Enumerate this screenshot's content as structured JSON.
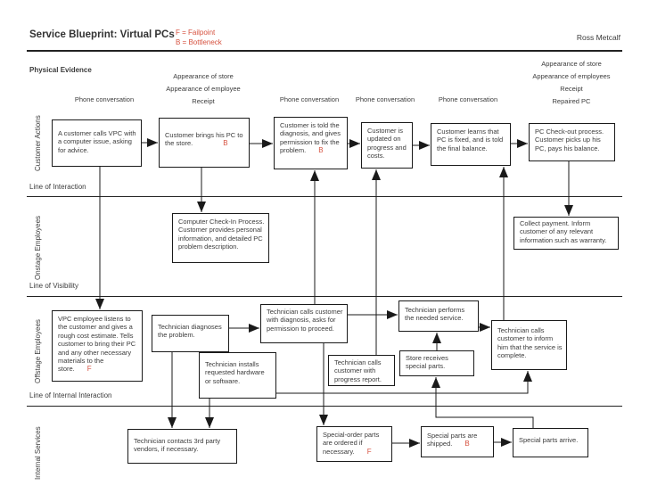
{
  "header": {
    "title": "Service Blueprint: Virtual PCs",
    "legend_f": "F = Failpoint",
    "legend_b": "B = Bottleneck",
    "author": "Ross Metcalf"
  },
  "colors": {
    "accent_red": "#d6513f",
    "line_black": "#1a1a1a",
    "text_gray": "#3b3b3b"
  },
  "physical_evidence": {
    "section_label": "Physical Evidence",
    "col1": "Phone conversation",
    "col2_lines": [
      "Appearance of store",
      "Appearance of employee",
      "Receipt"
    ],
    "col3": "Phone conversation",
    "col4": "Phone conversation",
    "col5": "Phone conversation",
    "col6_lines": [
      "Appearance of store",
      "Appearance of employees",
      "Receipt",
      "Repaired PC"
    ]
  },
  "lanes": {
    "customer": "Customer Actions",
    "onstage": "Onstage Employees",
    "offstage": "Offstage Employees",
    "internal": "Internal Services"
  },
  "dividers": {
    "interaction": "Line of Interaction",
    "visibility": "Line of Visibility",
    "internal": "Line of Internal Interaction"
  },
  "boxes": {
    "c1": {
      "text": "A customer calls VPC with a computer issue, asking for advice.",
      "marker": ""
    },
    "c2": {
      "text": "Customer brings his PC to the store.",
      "marker": "B"
    },
    "c3": {
      "text": "Customer is told the diagnosis, and gives permission to fix the problem.",
      "marker": "B"
    },
    "c4": {
      "text": "Customer is updated on progress and costs.",
      "marker": ""
    },
    "c5": {
      "text": "Customer learns that PC is fixed, and is told the final balance.",
      "marker": ""
    },
    "c6": {
      "text": "PC Check-out process. Customer picks up his PC, pays his balance.",
      "marker": ""
    },
    "o1": {
      "text": "Computer Check-In Process. Customer provides personal information, and detailed PC problem description.",
      "marker": ""
    },
    "o2": {
      "text": "Collect payment. Inform customer of any relevant information such as warranty.",
      "marker": ""
    },
    "f1": {
      "text": "VPC employee listens to the customer and gives a rough cost estimate. Tells customer to bring their PC and any other necessary materials to the store.",
      "marker": "F"
    },
    "f2": {
      "text": "Technician diagnoses the problem.",
      "marker": ""
    },
    "f3": {
      "text": "Technician installs requested hardware or software.",
      "marker": ""
    },
    "f4": {
      "text": "Technician calls customer with diagnosis, asks for permission to proceed.",
      "marker": ""
    },
    "f5": {
      "text": "Technician calls customer with progress report.",
      "marker": ""
    },
    "f6": {
      "text": "Technician performs the needed service.",
      "marker": ""
    },
    "f7": {
      "text": "Store receives special parts.",
      "marker": ""
    },
    "f8": {
      "text": "Technician calls customer to inform him that the service is complete.",
      "marker": ""
    },
    "i1": {
      "text": "Technician contacts 3rd party vendors, if necessary.",
      "marker": ""
    },
    "i2": {
      "text": "Special-order parts are ordered if necessary.",
      "marker": "F"
    },
    "i3": {
      "text": "Special parts are shipped.",
      "marker": "B"
    },
    "i4": {
      "text": "Special parts arrive.",
      "marker": ""
    }
  }
}
